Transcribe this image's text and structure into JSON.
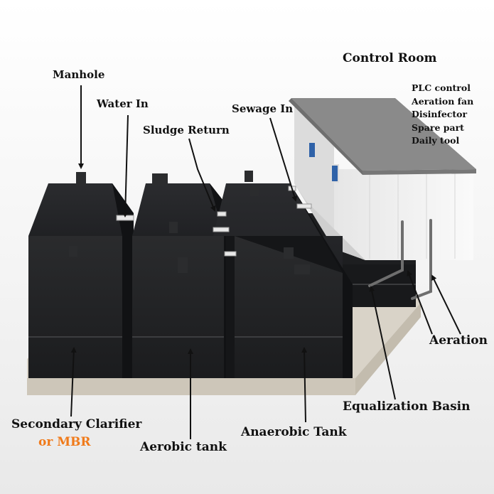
{
  "labels": {
    "control_room": "Control Room",
    "manhole": "Manhole",
    "water_in": "Water In",
    "sewage_in": "Sewage In",
    "sludge_return": "Sludge Return",
    "aeration": "Aeration",
    "equalization_basin": "Equalization Basin",
    "secondary_clarifier": "Secondary Clarifier",
    "or_mbr": "or MBR",
    "aerobic_tank": "Aerobic tank",
    "anaerobic_tank": "Anaerobic Tank"
  },
  "control_room_items": [
    "PLC control",
    "Aeration fan",
    "Disinfector",
    "Spare part",
    "Daily tool"
  ],
  "colors": {
    "tank": "#1e1f21",
    "base": "#e2ddd3",
    "room_wall": "#f1f1f1",
    "room_roof": "#8e8e8e",
    "window": "#2f62a8",
    "mbr_accent": "#f07a1a"
  }
}
